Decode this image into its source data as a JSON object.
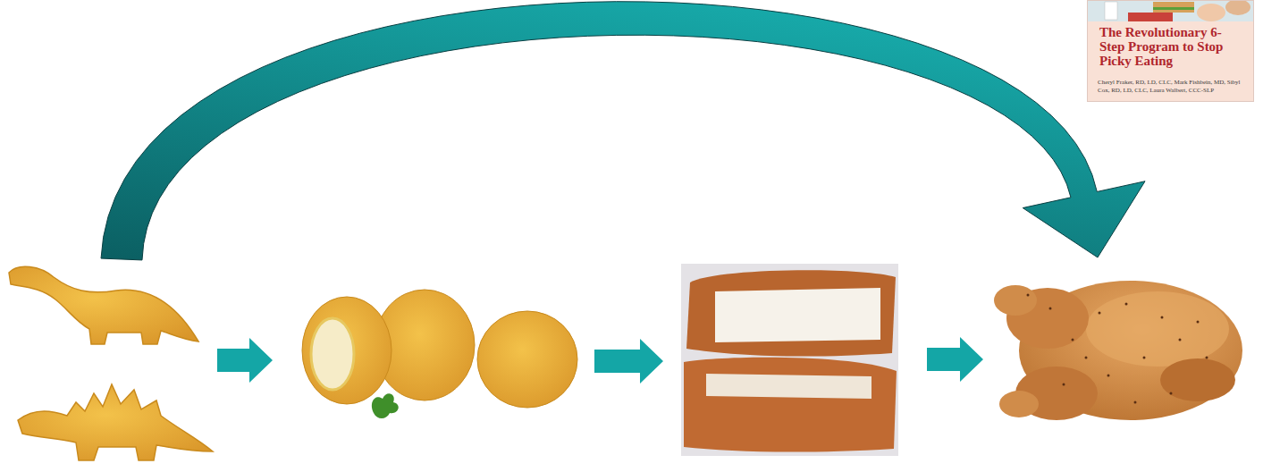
{
  "diagram": {
    "nodes": [
      {
        "text": [
          "The Revolutionary 6-Step Program to Stop Picky Eating",
          "Cheryl Fraker, RD, LD, CLC, Mark Fishbein, MD, Sibyl Cox, RD, LD, CLC, Laura Walbert, CCC-SLP"
        ]
      },
      {
        "text": []
      },
      {
        "text": []
      },
      {
        "text": []
      },
      {
        "text": []
      }
    ],
    "edges": [
      {
        "from": 1,
        "to": 2,
        "arrow": "to"
      },
      {
        "from": 2,
        "to": 3,
        "arrow": "to"
      },
      {
        "from": 3,
        "to": 4,
        "arrow": "to"
      },
      {
        "from": 1,
        "to": 4,
        "arrow": "to"
      }
    ]
  }
}
